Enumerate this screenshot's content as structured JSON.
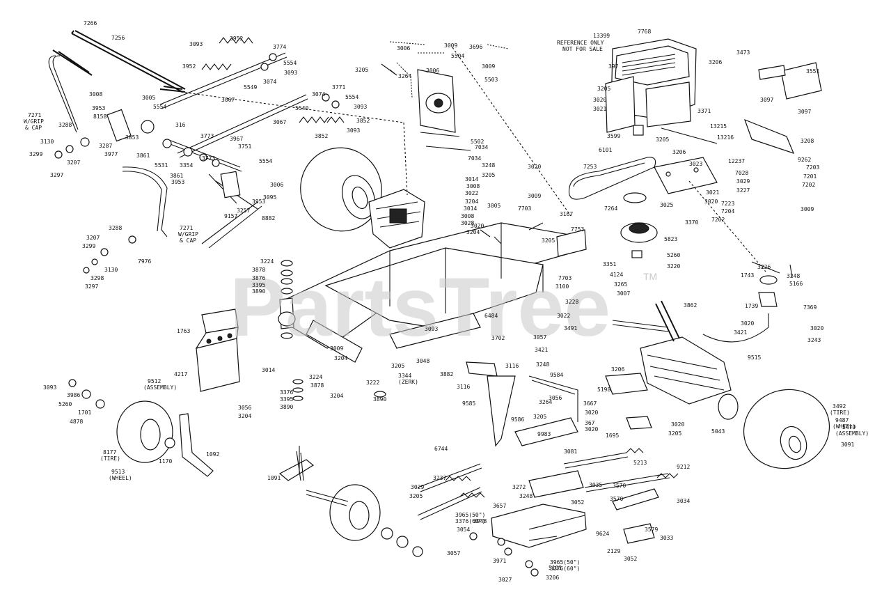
{
  "watermark": {
    "text": "PartsTree",
    "trademark": "TM"
  },
  "engine_note": {
    "line1": "REFERENCE ONLY",
    "line2": "NOT FOR SALE"
  },
  "assembly_notes": {
    "grip_cap_a": [
      "7271",
      "W/GRIP",
      "& CAP"
    ],
    "grip_cap_b": [
      "7271",
      "W/GRIP",
      "& CAP"
    ],
    "wheel_assembly": [
      "9512",
      "(ASSEMBLY)"
    ],
    "tire_left": [
      "8177",
      "(TIRE)"
    ],
    "wheel_left": [
      "9513",
      "(WHEEL)"
    ],
    "tire_right": [
      "3492",
      "(TIRE)"
    ],
    "wheel_right": [
      "9487",
      "(WHEEL)"
    ],
    "assembly_right": [
      "5479",
      "(ASSEMBLY)"
    ],
    "zerk": [
      "3344",
      "(ZERK)"
    ],
    "deck_50_60_a": [
      "3965(50\")",
      "3376(60\")"
    ],
    "deck_50_60_b": [
      "3965(50\")",
      "3376(60\")"
    ]
  },
  "labels": [
    "7266",
    "7256",
    "3093",
    "3952",
    "3774",
    "5554",
    "3093",
    "3952",
    "5549",
    "3074",
    "3006",
    "3009",
    "5504",
    "3696",
    "3205",
    "3264",
    "3006",
    "3009",
    "5503",
    "3953",
    "8158",
    "3008",
    "3005",
    "5554",
    "3074",
    "3771",
    "5554",
    "3093",
    "3287",
    "3853",
    "316",
    "5540",
    "3852",
    "3093",
    "3977",
    "3773",
    "3967",
    "3861",
    "3067",
    "3067",
    "3773",
    "3751",
    "3852",
    "3207",
    "3288",
    "3130",
    "3299",
    "3297",
    "5531",
    "3354",
    "3861",
    "5554",
    "3953",
    "3006",
    "3095",
    "3953",
    "3257",
    "9157",
    "8882",
    "3288",
    "3207",
    "3299",
    "7976",
    "3130",
    "3298",
    "3297",
    "13399",
    "7768",
    "3206",
    "3473",
    "3551",
    "397",
    "3205",
    "3020",
    "3021",
    "3371",
    "3097",
    "3097",
    "3599",
    "13215",
    "13216",
    "12237",
    "6101",
    "3205",
    "3206",
    "3023",
    "7253",
    "3025",
    "3021",
    "3020",
    "7264",
    "3370",
    "5823",
    "5260",
    "3220",
    "3208",
    "9262",
    "7203",
    "7201",
    "7202",
    "7028",
    "3029",
    "3227",
    "3009",
    "7223",
    "7204",
    "7202",
    "3020",
    "3009",
    "3014",
    "3008",
    "3022",
    "3204",
    "3014",
    "3005",
    "3008",
    "3020",
    "7703",
    "3167",
    "3028",
    "3204",
    "7753",
    "3205",
    "7034",
    "7034",
    "3248",
    "3205",
    "5502",
    "3224",
    "3878",
    "3876",
    "3395",
    "3890",
    "3351",
    "4124",
    "3265",
    "7703",
    "3100",
    "3007",
    "3228",
    "3022",
    "3491",
    "3702",
    "3057",
    "3421",
    "3862",
    "3226",
    "3248",
    "1743",
    "5166",
    "1739",
    "7369",
    "3020",
    "3020",
    "3421",
    "3243",
    "6484",
    "3093",
    "1763",
    "3014",
    "3009",
    "3204",
    "3205",
    "3048",
    "9515",
    "4217",
    "3224",
    "3878",
    "3376",
    "3395",
    "3890",
    "3222",
    "3204",
    "3890",
    "3056",
    "3204",
    "3882",
    "3116",
    "3248",
    "9584",
    "3116",
    "3264",
    "3056",
    "3205",
    "3667",
    "9585",
    "3020",
    "9586",
    "367",
    "3020",
    "3206",
    "5198",
    "1695",
    "3020",
    "3205",
    "5043",
    "3093",
    "3986",
    "5260",
    "1701",
    "4878",
    "1170",
    "1092",
    "3091",
    "9983",
    "3081",
    "1091",
    "6744",
    "3237",
    "3029",
    "3205",
    "3272",
    "3657",
    "3248",
    "3035",
    "3570",
    "3052",
    "3570",
    "5213",
    "9212",
    "3034",
    "3948",
    "3054",
    "3057",
    "3971",
    "5101",
    "3027",
    "3206",
    "9624",
    "3579",
    "2129",
    "3033",
    "3052"
  ]
}
